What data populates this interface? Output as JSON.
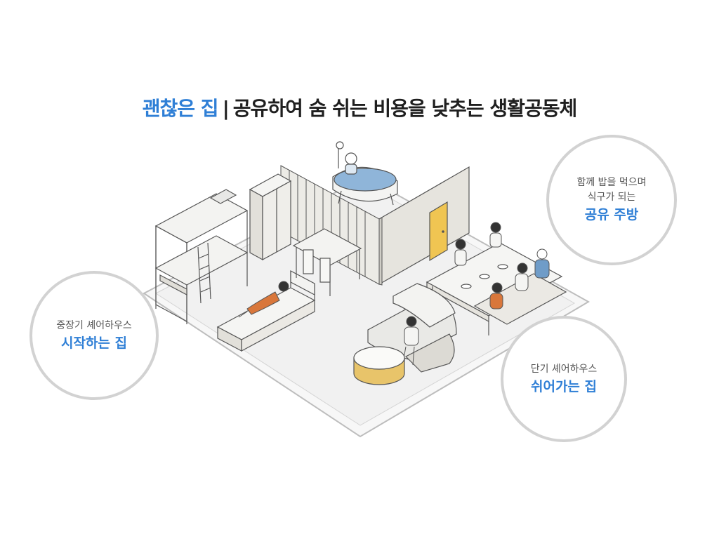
{
  "title": {
    "accent": "괜찮은 집",
    "separator": "|",
    "rest": "공유하여 숨 쉬는 비용을 낮추는 생활공동체"
  },
  "callouts": {
    "left": {
      "line1": "중장기 셰어하우스",
      "strong": "시작하는 집"
    },
    "right": {
      "line1": "함께 밥을 먹으며",
      "line2": "식구가 되는",
      "strong": "공유 주방"
    },
    "bottom": {
      "line1": "단기 셰어하우스",
      "strong": "쉬어가는 집"
    }
  },
  "colors": {
    "accent": "#2f7fd6",
    "circle_border": "#d2d2d2",
    "floor": "#efefef",
    "wall": "#e9e7e2",
    "door": "#f0c552",
    "table_top": "#e8c46a",
    "bathtub_water": "#8fb5d9",
    "person_shirt_orange": "#d9773b",
    "person_shirt_blue": "#6f9cc8"
  },
  "icons": [
    "bunk-bed-icon",
    "bed-icon",
    "dining-table-icon",
    "bathtub-icon",
    "sofa-icon",
    "round-table-icon",
    "door-icon",
    "person-icon"
  ]
}
